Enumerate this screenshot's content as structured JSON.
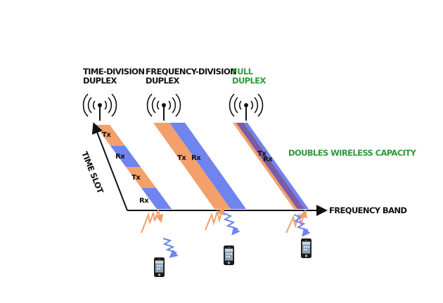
{
  "headings": {
    "tdd_line1": "TIME-DIVISION",
    "tdd_line2": "DUPLEX",
    "fdd_line1": "FREQUENCY-DIVISION",
    "fdd_line2": "DUPLEX",
    "fd_line1": "FULL",
    "fd_line2": "DUPLEX"
  },
  "axes": {
    "y_label": "TIME SLOT",
    "x_label": "FREQUENCY BAND"
  },
  "segments": {
    "tx": "Tx",
    "rx": "Rx"
  },
  "annotation": "DOUBLES WIRELESS CAPACITY",
  "colors": {
    "tx": "#f3a06b",
    "rx": "#6f84ee",
    "overlap": "#7b5aa6",
    "accent": "#2e9a3a",
    "text": "#111111"
  },
  "icons": [
    "antenna-icon",
    "smartphone-icon",
    "wave-arrow-icon"
  ]
}
